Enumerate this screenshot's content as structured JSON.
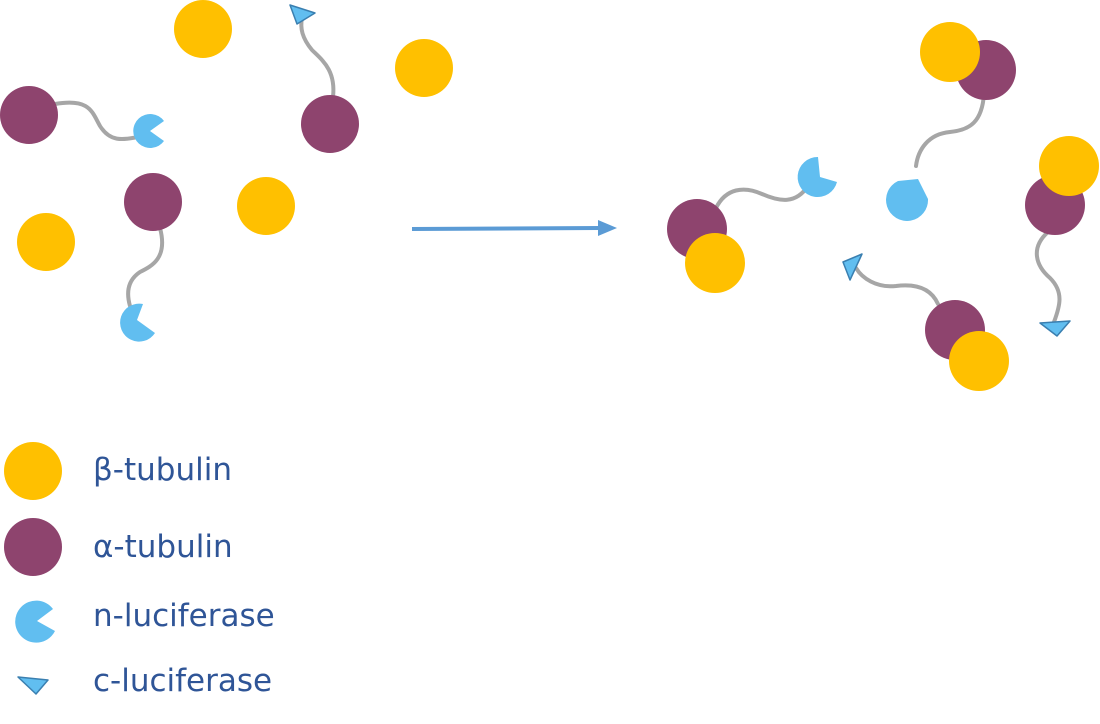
{
  "legend": {
    "beta_tubulin": "β-tubulin",
    "alpha_tubulin": "α-tubulin",
    "n_luciferase": "n-luciferase",
    "c_luciferase": "c-luciferase"
  },
  "colors": {
    "beta_tubulin": "#FFC000",
    "alpha_tubulin": "#8E446E",
    "luciferase": "#61BEF0",
    "luciferase_outline": "#3A7FB0",
    "linker": "#A6A6A6",
    "arrow": "#5B9BD5",
    "label_text": "#2F5597"
  },
  "icons": {
    "beta_tubulin": "yellow-circle",
    "alpha_tubulin": "purple-circle",
    "n_luciferase": "pacman-wedge",
    "c_luciferase": "triangle-wedge",
    "reaction": "right-arrow"
  }
}
